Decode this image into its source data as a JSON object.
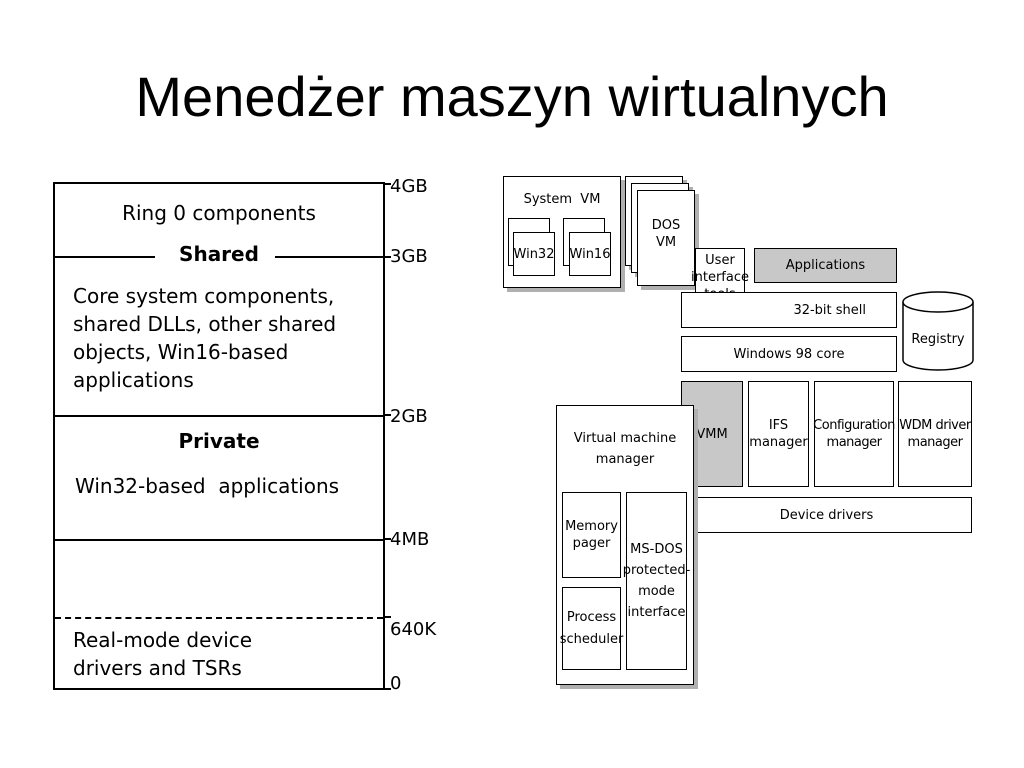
{
  "slide": {
    "title": "Menedżer maszyn wirtualnych"
  },
  "memory_map": {
    "ring0": "Ring 0 components",
    "shared_heading": "Shared",
    "shared_lines": [
      "Core system components,",
      "shared DLLs, other shared",
      "objects, Win16-based",
      "applications"
    ],
    "private_heading": "Private",
    "private_text": "Win32-based  applications",
    "realmode_lines": [
      "Real-mode device",
      "drivers and TSRs"
    ],
    "addresses": [
      "4GB",
      "3GB",
      "2GB",
      "4MB",
      "640K",
      "0"
    ]
  },
  "architecture": {
    "system_vm": "System  VM",
    "win32": "Win32",
    "win16": "Win16",
    "dos_vm": [
      "DOS",
      "VM"
    ],
    "user_interface_tools": [
      "User",
      "interface",
      "tools"
    ],
    "applications": "Applications",
    "shell": "32-bit shell",
    "registry": "Registry",
    "core": "Windows 98 core",
    "vmm": "VMM",
    "ifs": [
      "IFS",
      "manager"
    ],
    "config": [
      "Configuration",
      "manager"
    ],
    "wdm": [
      "WDM driver",
      "manager"
    ],
    "vmm_full": [
      "Virtual machine",
      "manager"
    ],
    "memory_pager": [
      "Memory",
      "pager"
    ],
    "msdos": [
      "MS-DOS",
      "protected-",
      "mode",
      "interface"
    ],
    "process_scheduler": [
      "Process",
      "scheduler"
    ],
    "device_drivers": "Device drivers"
  }
}
